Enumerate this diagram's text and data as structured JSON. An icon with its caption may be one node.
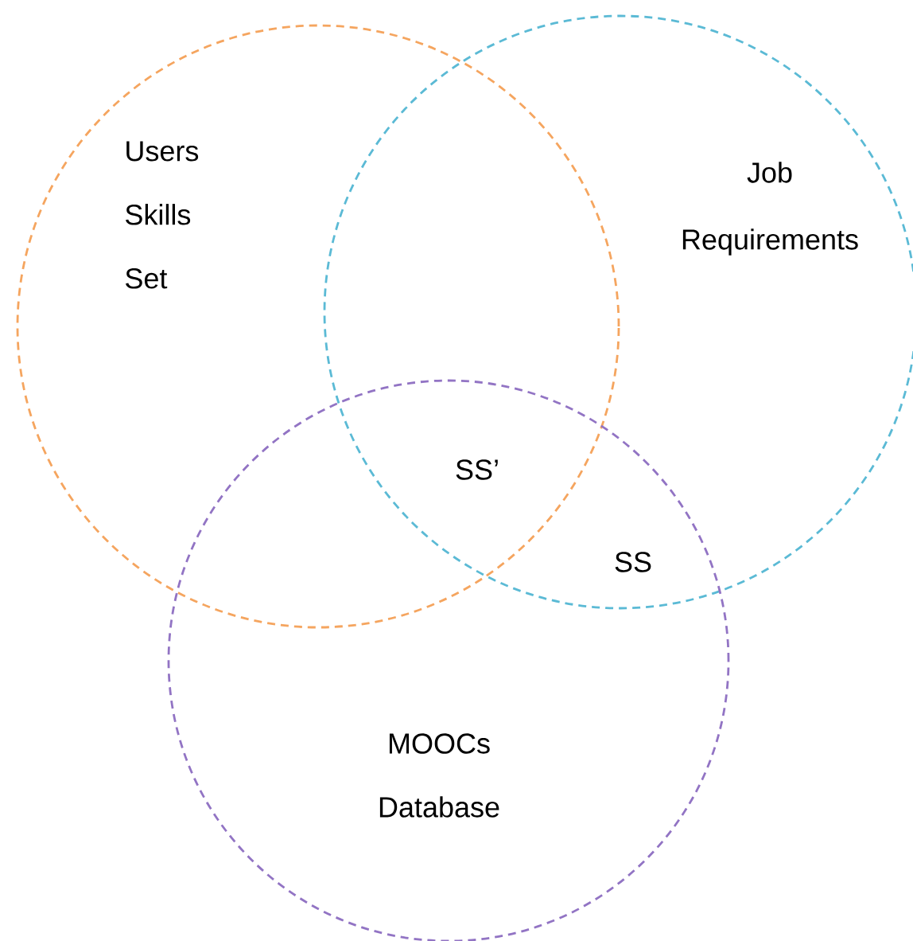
{
  "diagram": {
    "nodes": [
      {
        "text": [
          "Users Skills Set"
        ]
      },
      {
        "text": [
          "Job Requirements"
        ]
      },
      {
        "text": [
          "MOOCs Database"
        ]
      }
    ],
    "labels": [
      "SS’",
      "SS"
    ]
  }
}
